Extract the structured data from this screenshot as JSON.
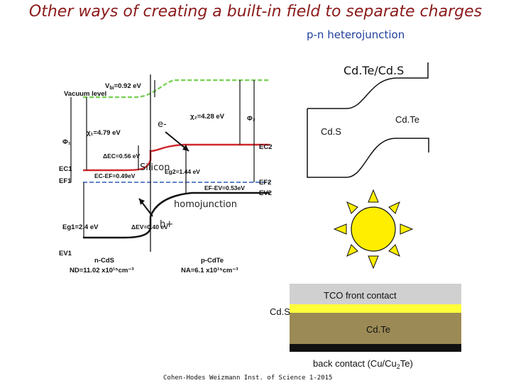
{
  "title": "Other ways of creating a built-in field to separate charges",
  "pn_heterojunction": "p-n heterojunction",
  "cdte_cds": "Cd.Te/Cd.S",
  "band_diagram": {
    "vbi": "V",
    "vbi_sub": "bi",
    "vbi_val": "=0.92 eV",
    "vacuum_level": "Vacuum level",
    "chi2": "χ₂=4.28 eV",
    "phi2": "Φ₂",
    "chi1": "χ₁=4.79 eV",
    "phi1": "Φ₁",
    "dEc": "ΔEC=0.56 eV",
    "ec1": "EC1",
    "ef1": "EF1",
    "ec2": "EC2",
    "ef2": "EF2",
    "ev2": "EV2",
    "ecef": "EC-EF=0.49eV",
    "eg2": "Eg2=1.44 eV",
    "efev": "EF-EV=0.53eV",
    "eg1": "Eg1=2.4 eV",
    "dEv": "ΔEV=0.40 eV",
    "ev1": "EV1",
    "ncds": "n-CdS",
    "nd": "ND=11.02 x10¹⁵cm⁻³",
    "pcdte": "p-CdTe",
    "na": "NA=6.1 x10¹⁵cm⁻³"
  },
  "electron_label": "e-",
  "silicon_label": "Silicon",
  "homojunction_label": "homojunction",
  "hole_label": "h+",
  "band_right": {
    "cds": "Cd.S",
    "cdte": "Cd.Te"
  },
  "layers": {
    "tco": "TCO front contact",
    "cds": "Cd.S",
    "cdte": "Cd.Te",
    "back_contact_prefix": "back contact (Cu/Cu",
    "back_contact_sub": "2",
    "back_contact_suffix": "Te)"
  },
  "footer": "Cohen-Hodes Weizmann Inst. of Science 1-2015",
  "colors": {
    "title": "#8b1a1a",
    "tco": "#d0d0d0",
    "cds_layer": "#ffff3a",
    "cdte_layer": "#9b8a55",
    "back": "#111111",
    "sun": "#ffee00",
    "vacuum": "#7dd25a",
    "conduction": "#d0282e",
    "fermi": "#4a72c4"
  }
}
